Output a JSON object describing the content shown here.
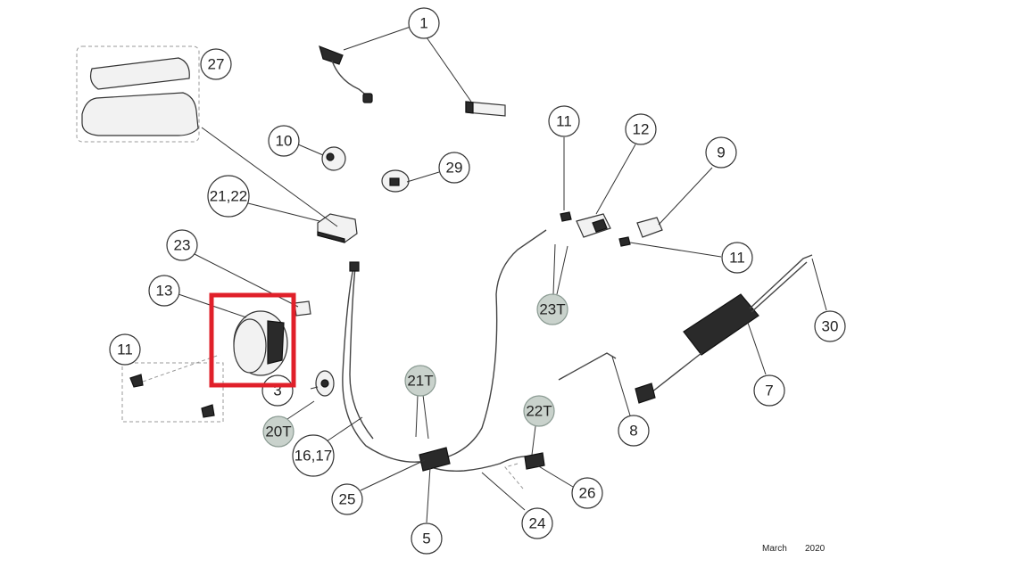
{
  "callouts": [
    {
      "id": "c1",
      "label": "1",
      "torque": false
    },
    {
      "id": "c27",
      "label": "27",
      "torque": false
    },
    {
      "id": "c10",
      "label": "10",
      "torque": false
    },
    {
      "id": "c29",
      "label": "29",
      "torque": false
    },
    {
      "id": "c2122",
      "label": "21,22",
      "torque": false
    },
    {
      "id": "c23",
      "label": "23",
      "torque": false
    },
    {
      "id": "c13",
      "label": "13",
      "torque": false
    },
    {
      "id": "c11a",
      "label": "11",
      "torque": false
    },
    {
      "id": "c3",
      "label": "3",
      "torque": false
    },
    {
      "id": "c20T",
      "label": "20T",
      "torque": true
    },
    {
      "id": "c1617",
      "label": "16,17",
      "torque": false
    },
    {
      "id": "c21T",
      "label": "21T",
      "torque": true
    },
    {
      "id": "c25",
      "label": "25",
      "torque": false
    },
    {
      "id": "c5",
      "label": "5",
      "torque": false
    },
    {
      "id": "c24",
      "label": "24",
      "torque": false
    },
    {
      "id": "c22T",
      "label": "22T",
      "torque": true
    },
    {
      "id": "c26",
      "label": "26",
      "torque": false
    },
    {
      "id": "c8",
      "label": "8",
      "torque": false
    },
    {
      "id": "c23T",
      "label": "23T",
      "torque": true
    },
    {
      "id": "c11b",
      "label": "11",
      "torque": false
    },
    {
      "id": "c12",
      "label": "12",
      "torque": false
    },
    {
      "id": "c9",
      "label": "9",
      "torque": false
    },
    {
      "id": "c11c",
      "label": "11",
      "torque": false
    },
    {
      "id": "c30",
      "label": "30",
      "torque": false
    },
    {
      "id": "c7",
      "label": "7",
      "torque": false
    }
  ],
  "highlight": {
    "color": "#e0202a",
    "target": "13"
  },
  "footer": {
    "month": "March",
    "year": "2020"
  }
}
